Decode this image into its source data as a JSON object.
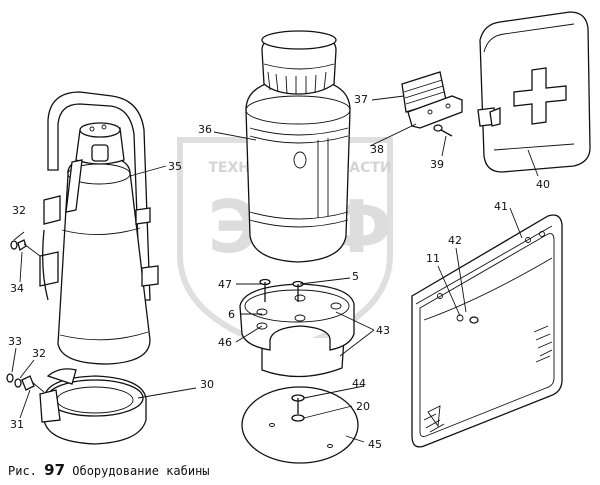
{
  "labels": {
    "l5": "5",
    "l6": "6",
    "l11": "11",
    "l20": "20",
    "l30": "30",
    "l31": "31",
    "l32a": "32",
    "l32b": "32",
    "l33": "33",
    "l34": "34",
    "l35": "35",
    "l36": "36",
    "l37": "37",
    "l38": "38",
    "l39": "39",
    "l40": "40",
    "l41": "41",
    "l42": "42",
    "l43": "43",
    "l44": "44",
    "l45": "45",
    "l46": "46",
    "l47": "47"
  },
  "watermark": {
    "top_text": "ТЕХНИКА И ЗАПЧАСТИ",
    "main_text": "ЭПФ"
  },
  "caption": {
    "prefix": "Рис.",
    "number": "97",
    "title": "Оборудование кабины"
  },
  "colors": {
    "ink": "#111111",
    "watermark": "#d9d9d9"
  }
}
